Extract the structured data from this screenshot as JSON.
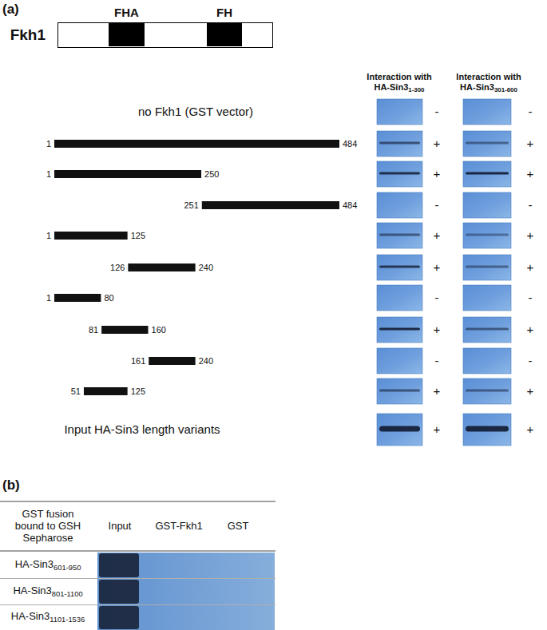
{
  "diagram": {
    "nodes": [
      {
        "text": [
          "Fkh1"
        ]
      },
      {
        "text": [
          "FHA"
        ],
        "in": 0
      },
      {
        "text": [
          "FH"
        ],
        "in": 0
      }
    ],
    "labels": [
      "(a)",
      "Interaction with HA-Sin3",
      "1-300",
      "Interaction with HA-Sin3",
      "301-600",
      "no Fkh1 (GST vector)",
      "1",
      "484",
      "1",
      "250",
      "251",
      "484",
      "1",
      "125",
      "126",
      "240",
      "1",
      "80",
      "81",
      "160",
      "161",
      "240",
      "51",
      "125",
      "Input HA-Sin3 length variants",
      "-",
      "-",
      "+",
      "+",
      "+",
      "+",
      "-",
      "-",
      "+",
      "+",
      "+",
      "+",
      "-",
      "-",
      "+",
      "+",
      "-",
      "-",
      "+",
      "+",
      "+",
      "+",
      "(b)",
      "GST fusion bound to GSH Sepharose",
      "Input",
      "GST-Fkh1",
      "GST",
      "HA-Sin3",
      "601-950",
      "HA-Sin3",
      "801-1100",
      "HA-Sin3",
      "1101-1536"
    ]
  }
}
